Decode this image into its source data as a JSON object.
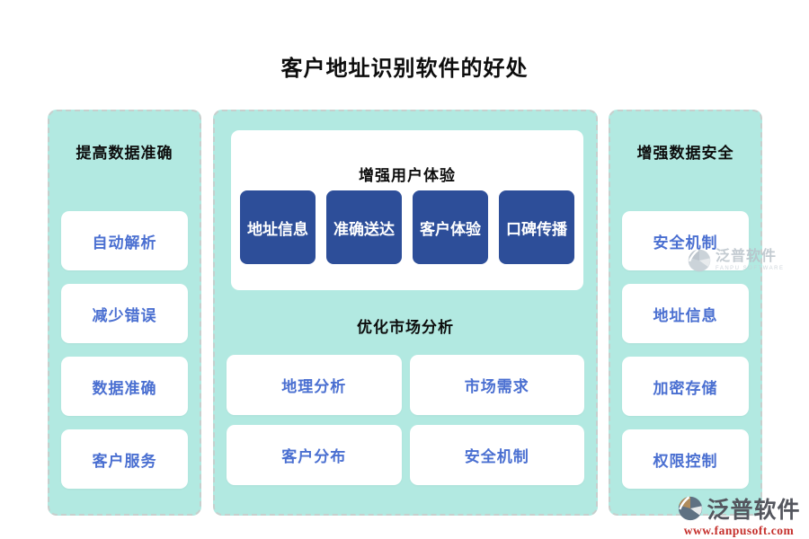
{
  "title": "客户地址识别软件的好处",
  "colors": {
    "mint": "#b2e9e1",
    "dash": "#c7cfcd",
    "darkblue": "#2d4e99",
    "cardblue": "#4a6fd1",
    "ink": "#0d0d0d",
    "wmgrey": "#b9c2ca",
    "brandgrey": "#54565e",
    "urlred": "#c5302c"
  },
  "panels": {
    "left": {
      "heading": "提高数据准确",
      "cards": [
        "自动解析",
        "减少错误",
        "数据准确",
        "客户服务"
      ]
    },
    "center": {
      "top_section": {
        "heading": "增强用户体验",
        "buttons": [
          "地址信息",
          "准确送达",
          "客户体验",
          "口碑传播"
        ]
      },
      "bottom_section": {
        "heading": "优化市场分析",
        "cards": [
          "地理分析",
          "市场需求",
          "客户分布",
          "安全机制"
        ]
      }
    },
    "right": {
      "heading": "增强数据安全",
      "cards": [
        "安全机制",
        "地址信息",
        "加密存储",
        "权限控制"
      ]
    }
  },
  "watermarks": {
    "inline": {
      "brand": "泛普软件",
      "sub": "FANPU SOFTWARE"
    },
    "footer": {
      "brand": "泛普软件",
      "url": "www.fanpusoft.com"
    }
  }
}
